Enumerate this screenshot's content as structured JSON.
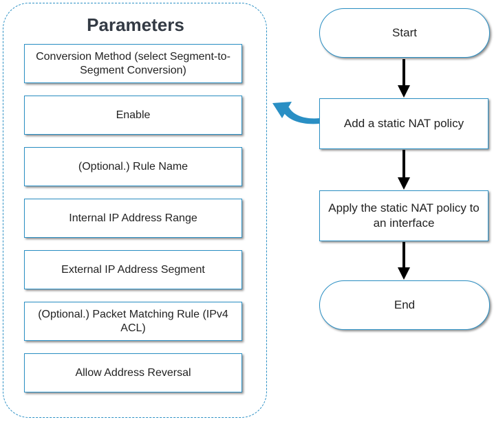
{
  "parameters": {
    "title": "Parameters",
    "items": [
      "Conversion Method (select Segment-to-Segment Conversion)",
      "Enable",
      "(Optional.) Rule Name",
      "Internal IP Address Range",
      "External IP Address Segment",
      "(Optional.) Packet Matching Rule (IPv4 ACL)",
      "Allow Address Reversal"
    ]
  },
  "flow": {
    "start": "Start",
    "step1": "Add a static NAT policy",
    "step2": "Apply the static NAT policy to an interface",
    "end": "End"
  },
  "colors": {
    "border": "#2a8fc4",
    "curved_arrow": "#2a8fc4",
    "flow_arrow": "#000000"
  }
}
